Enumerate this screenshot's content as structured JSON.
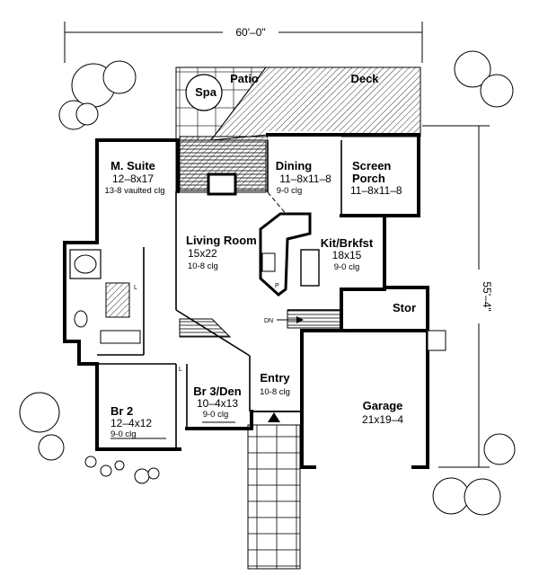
{
  "dimensions": {
    "width": "60'–0\"",
    "depth": "55'–4\""
  },
  "rooms": [
    {
      "key": "spa",
      "name": "Spa"
    },
    {
      "key": "patio",
      "name": "Patio"
    },
    {
      "key": "deck",
      "name": "Deck"
    },
    {
      "key": "master",
      "name": "M. Suite",
      "size": "12–8x17",
      "ceiling": "13-8 vaulted clg"
    },
    {
      "key": "dining",
      "name": "Dining",
      "size": "11–8x11–8",
      "ceiling": "9-0 clg"
    },
    {
      "key": "porch",
      "name": "Screen Porch",
      "line1": "Screen",
      "line2": "Porch",
      "size": "11–8x11–8"
    },
    {
      "key": "living",
      "name": "Living Room",
      "size": "15x22",
      "ceiling": "10-8 clg"
    },
    {
      "key": "kitchen",
      "name": "Kit/Brkfst",
      "size": "18x15",
      "ceiling": "9-0 clg"
    },
    {
      "key": "stor",
      "name": "Stor"
    },
    {
      "key": "entry",
      "name": "Entry",
      "ceiling": "10-8 clg"
    },
    {
      "key": "br2",
      "name": "Br 2",
      "size": "12–4x12",
      "ceiling": "9-0 clg"
    },
    {
      "key": "br3",
      "name": "Br 3/Den",
      "size": "10–4x13",
      "ceiling": "9-0 clg"
    },
    {
      "key": "garage",
      "name": "Garage",
      "size": "21x19–4"
    }
  ],
  "fixtures": {
    "stair_label": "DN",
    "pantry_label": "P",
    "linen_label": "L",
    "closet_label": "L"
  }
}
